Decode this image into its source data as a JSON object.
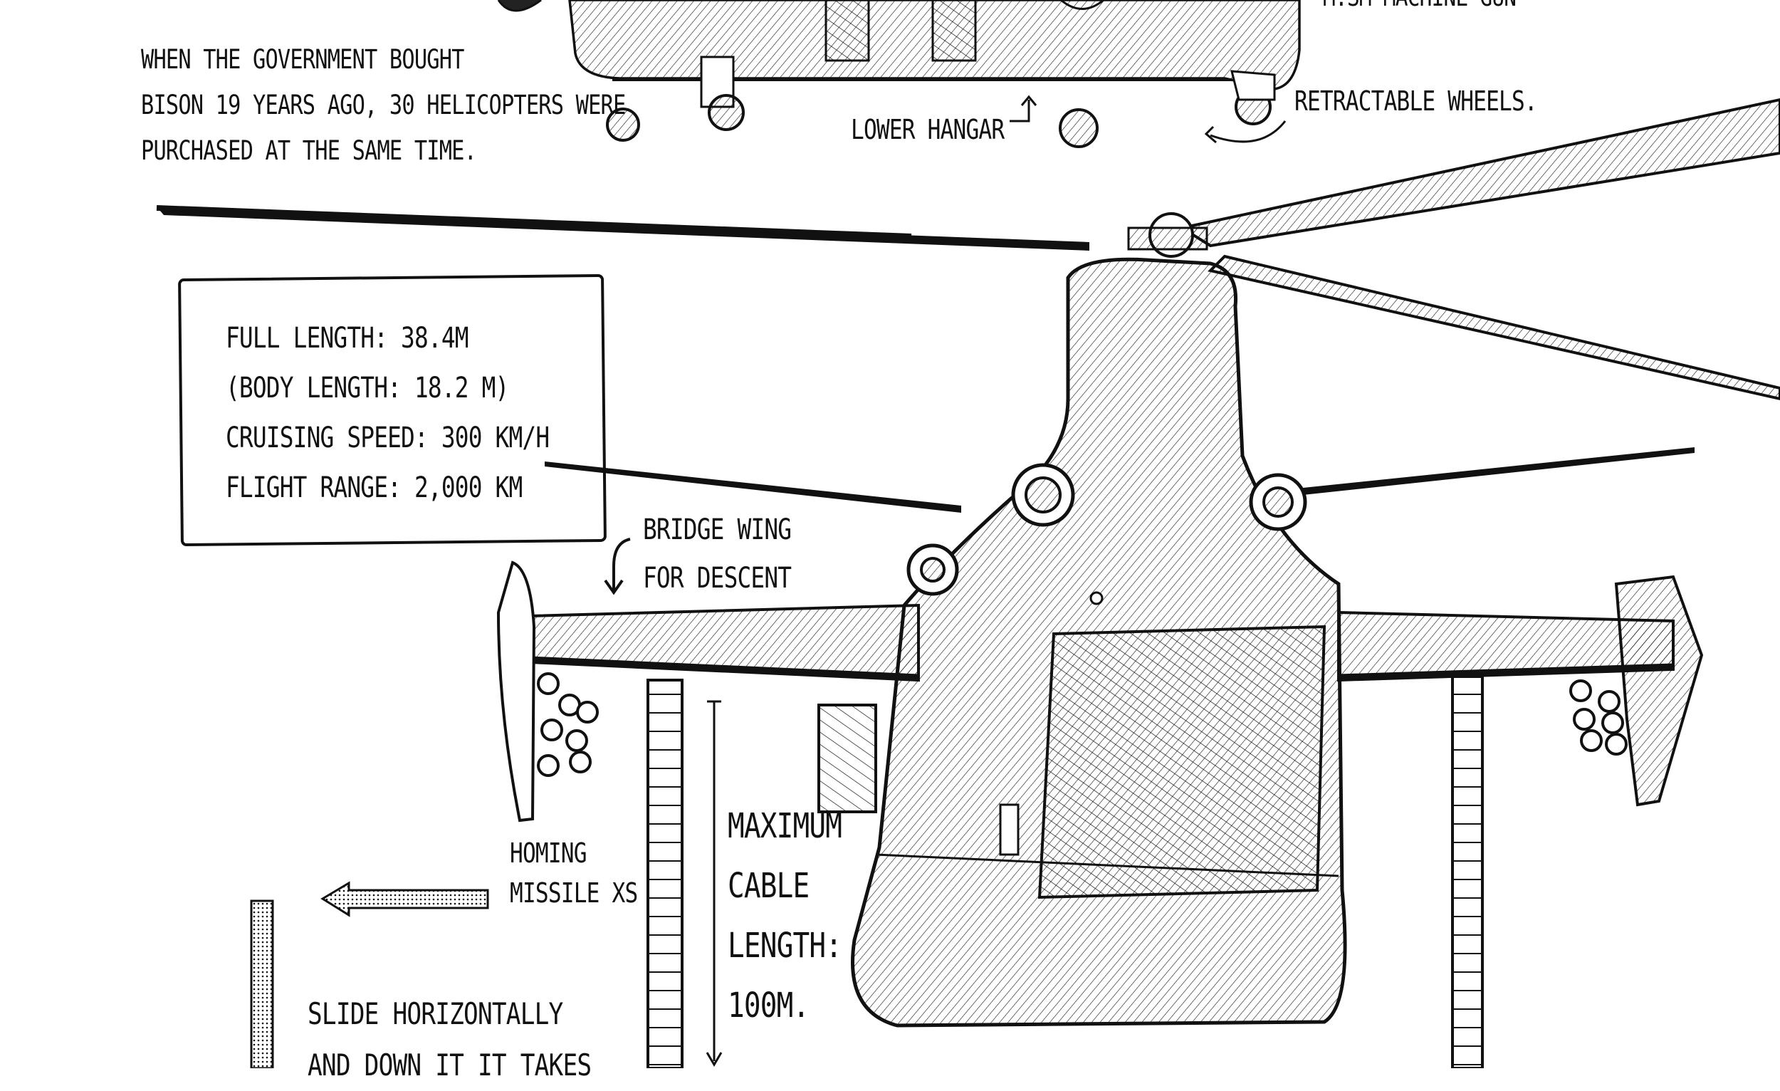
{
  "notes": {
    "top_right_cut": "M.SM MACHINE GUN",
    "government": [
      "WHEN THE GOVERNMENT BOUGHT",
      "BISON 19 YEARS AGO, 30 HELICOPTERS WERE",
      "PURCHASED AT THE SAME TIME."
    ],
    "lower_hangar": "LOWER HANGAR",
    "retractable_wheels": "RETRACTABLE WHEELS.",
    "bridge_wing": [
      "BRIDGE WING",
      "FOR DESCENT"
    ],
    "homing_missile": [
      "HOMING",
      "MISSILE XS"
    ],
    "cable": [
      "MAXIMUM",
      "CABLE",
      "LENGTH:",
      "100M."
    ],
    "slide": [
      "SLIDE HORIZONTALLY",
      "AND DOWN IT IT TAKES"
    ]
  },
  "specs": [
    "FULL LENGTH: 38.4M",
    "(BODY LENGTH: 18.2 M)",
    "CRUISING SPEED: 300 KM/H",
    "FLIGHT RANGE: 2,000 KM"
  ],
  "colors": {
    "ink": "#111111",
    "paper": "#ffffff",
    "tone": "#bbbbbb"
  }
}
